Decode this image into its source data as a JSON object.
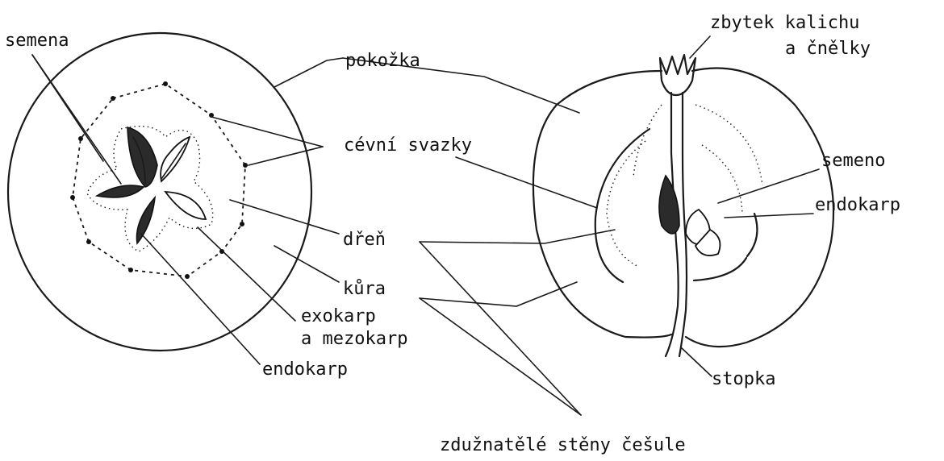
{
  "labels": {
    "semena": "semena",
    "pokozka": "pokožka",
    "cevni_svazky": "cévní svazky",
    "dren": "dřeň",
    "kura": "kůra",
    "exokarp_1": "exokarp",
    "exokarp_2": "a mezokarp",
    "endokarp_left": "endokarp",
    "zbytek_1": "zbytek kalichu",
    "zbytek_2": "a čnělky",
    "semeno": "semeno",
    "endokarp_right": "endokarp",
    "stopka": "stopka",
    "zduznatele": "zdužnatělé stěny češule"
  }
}
